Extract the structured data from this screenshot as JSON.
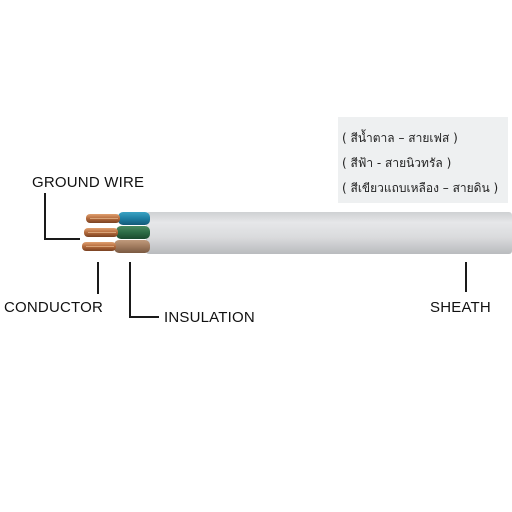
{
  "legend": {
    "lines": [
      "( สีน้ำตาล – สายเฟส )",
      "( สีฟ้า - สายนิวทรัล )",
      "( สีเขียวแถบเหลือง – สายดิน )"
    ]
  },
  "labels": {
    "ground_wire": "GROUND WIRE",
    "conductor": "CONDUCTOR",
    "insulation": "INSULATION",
    "sheath": "SHEATH"
  },
  "colors": {
    "sheath": "#dcdddf",
    "insulation_blue": "#1f7fa3",
    "insulation_green": "#2d6b45",
    "insulation_brown": "#a07a5e",
    "copper": "#b36a3c"
  }
}
